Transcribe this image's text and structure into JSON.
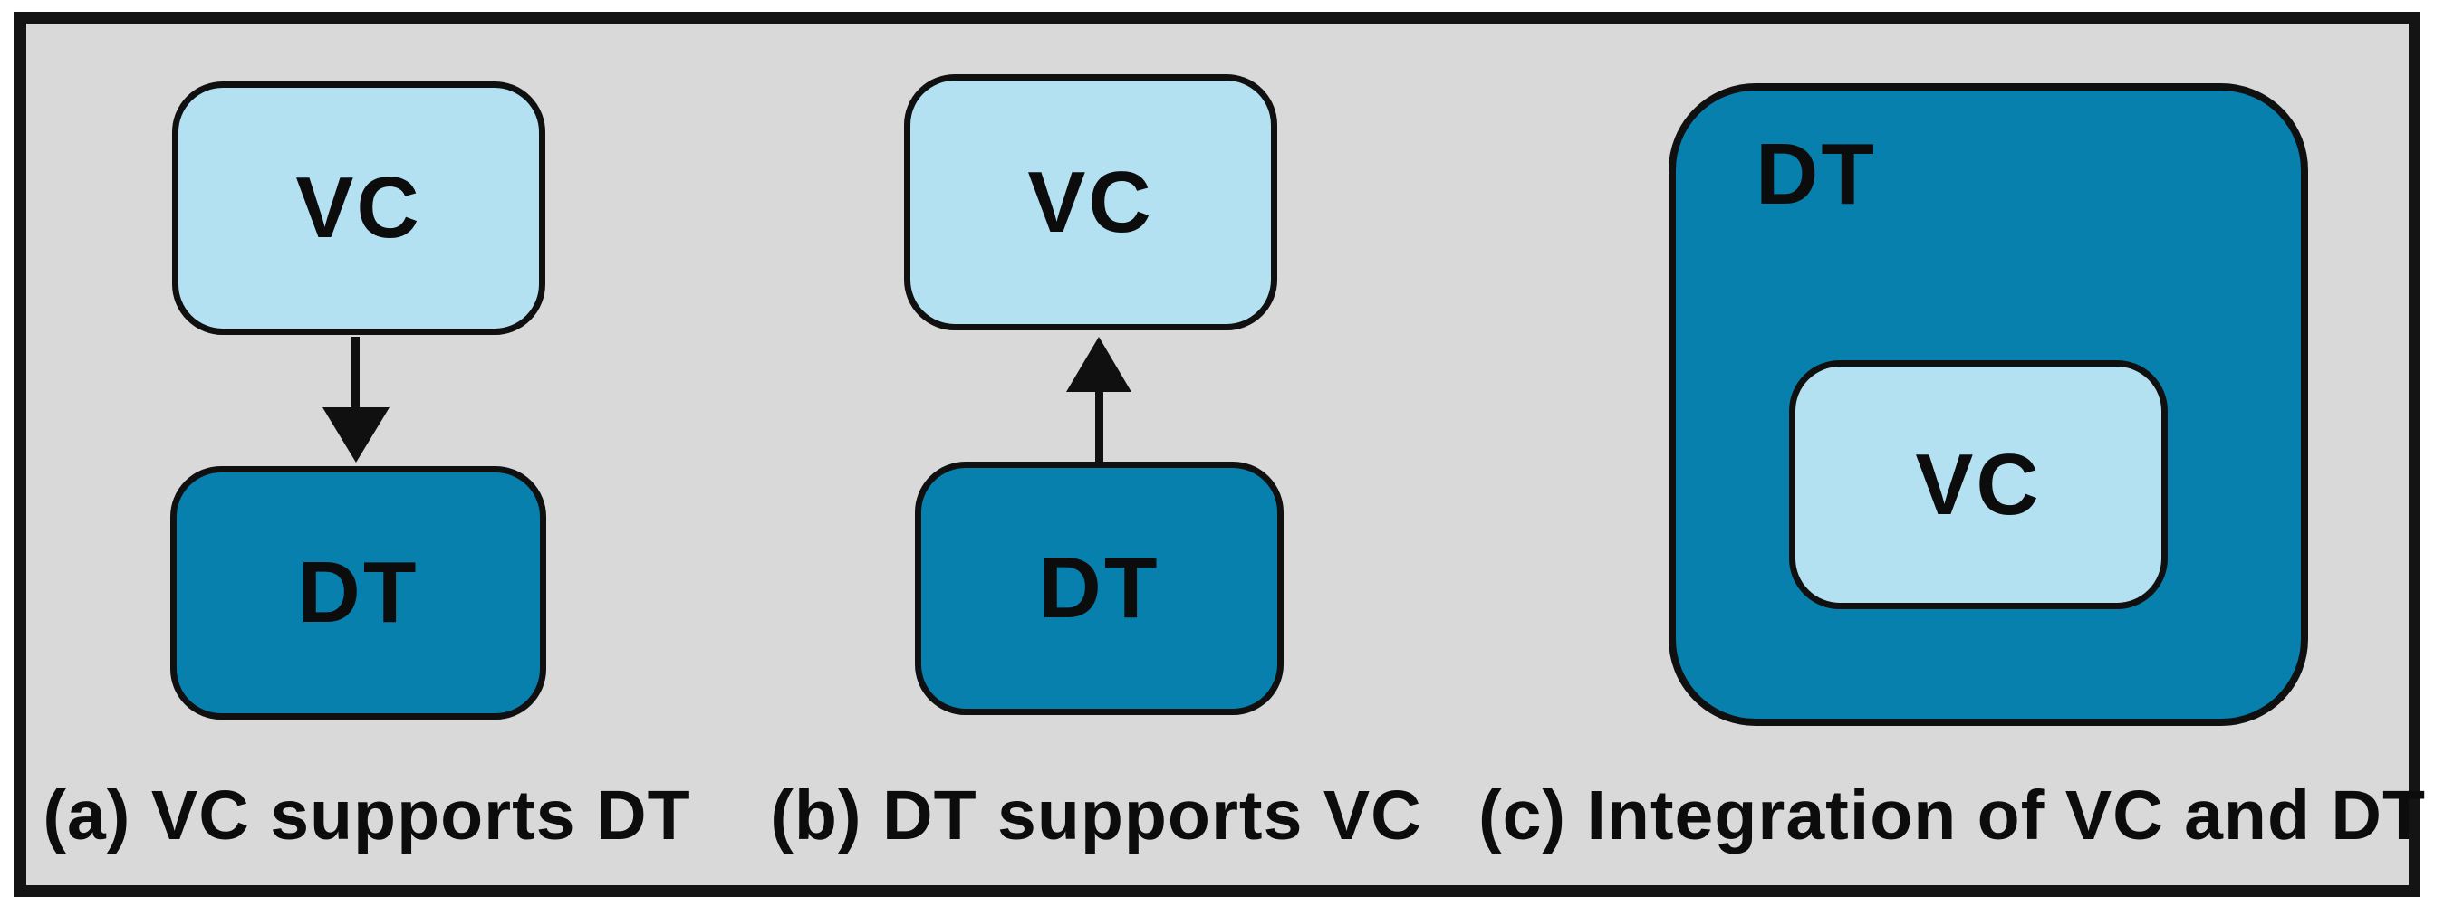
{
  "figure": {
    "type": "concept-diagram",
    "background_color": "#d9d9d9",
    "frame_color": "#141414",
    "colors": {
      "vc_fill": "#b4e1f2",
      "dt_fill": "#0780ae",
      "outline": "#101010",
      "text": "#0c0c0c"
    },
    "panels": [
      {
        "id": "a",
        "caption": "(a) VC supports DT",
        "top_box": "VC",
        "bottom_box": "DT",
        "arrow_direction": "down",
        "relationship": "VC supports DT"
      },
      {
        "id": "b",
        "caption": "(b) DT supports VC",
        "top_box": "VC",
        "bottom_box": "DT",
        "arrow_direction": "up",
        "relationship": "DT supports VC"
      },
      {
        "id": "c",
        "caption": "(c) Integration of VC and DT",
        "outer_box": "DT",
        "inner_box": "VC",
        "relationship": "VC nested inside DT"
      }
    ]
  }
}
